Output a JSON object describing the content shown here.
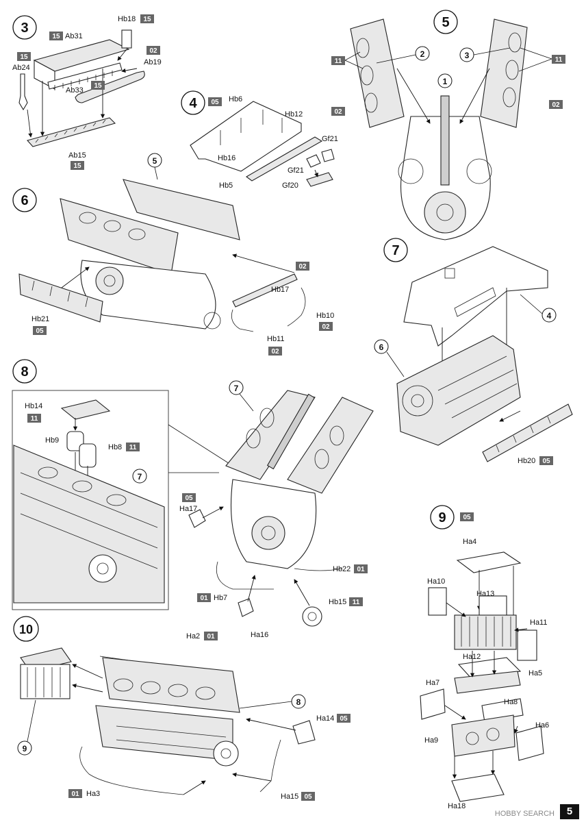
{
  "page": {
    "number": "5",
    "watermark": "HOBBY SEARCH"
  },
  "steps": [
    {
      "id": "3",
      "parts": [
        {
          "code": "Ab31",
          "sprue": "15"
        },
        {
          "code": "Hb18",
          "sprue": "15"
        },
        {
          "code": "Ab24",
          "sprue": "15"
        },
        {
          "code": "Ab19",
          "sprue": "02"
        },
        {
          "code": "Ab33",
          "sprue": "15"
        },
        {
          "code": "Ab15",
          "sprue": "15"
        }
      ]
    },
    {
      "id": "4",
      "sprue": "05",
      "parts": [
        {
          "code": "Hb6"
        },
        {
          "code": "Hb12"
        },
        {
          "code": "Hb16"
        },
        {
          "code": "Gf21"
        },
        {
          "code": "Gf21"
        },
        {
          "code": "Gf20"
        },
        {
          "code": "Hb5"
        }
      ]
    },
    {
      "id": "5",
      "callouts": [
        "1",
        "2",
        "3"
      ],
      "sprues": [
        "11",
        "02",
        "11",
        "02"
      ]
    },
    {
      "id": "6",
      "ref": "5",
      "parts": [
        {
          "code": "Hb21",
          "sprue": "05"
        },
        {
          "code": "Hb17",
          "sprue": "02"
        },
        {
          "code": "Hb10",
          "sprue": "02"
        },
        {
          "code": "Hb11",
          "sprue": "02"
        }
      ]
    },
    {
      "id": "7",
      "refs": [
        "4",
        "6"
      ],
      "parts": [
        {
          "code": "Hb20",
          "sprue": "05"
        }
      ]
    },
    {
      "id": "8",
      "ref": "7",
      "parts": [
        {
          "code": "Hb14",
          "sprue": "11"
        },
        {
          "code": "Hb9"
        },
        {
          "code": "Hb8",
          "sprue": "11"
        },
        {
          "code": "Ha17",
          "sprue": "05"
        },
        {
          "code": "Hb22",
          "sprue": "01"
        },
        {
          "code": "Hb7",
          "sprue": "01"
        },
        {
          "code": "Hb15",
          "sprue": "11"
        },
        {
          "code": "Ha16"
        }
      ]
    },
    {
      "id": "9",
      "sprue": "05",
      "parts": [
        {
          "code": "Ha4"
        },
        {
          "code": "Ha10"
        },
        {
          "code": "Ha13"
        },
        {
          "code": "Ha11"
        },
        {
          "code": "Ha12"
        },
        {
          "code": "Ha5"
        },
        {
          "code": "Ha7"
        },
        {
          "code": "Ha8"
        },
        {
          "code": "Ha6"
        },
        {
          "code": "Ha9"
        },
        {
          "code": "Ha18"
        }
      ]
    },
    {
      "id": "10",
      "refs": [
        "8",
        "9"
      ],
      "parts": [
        {
          "code": "Ha2",
          "sprue": "01"
        },
        {
          "code": "Ha14",
          "sprue": "05"
        },
        {
          "code": "Ha15",
          "sprue": "05"
        },
        {
          "code": "Ha3",
          "sprue": "01"
        }
      ]
    }
  ]
}
